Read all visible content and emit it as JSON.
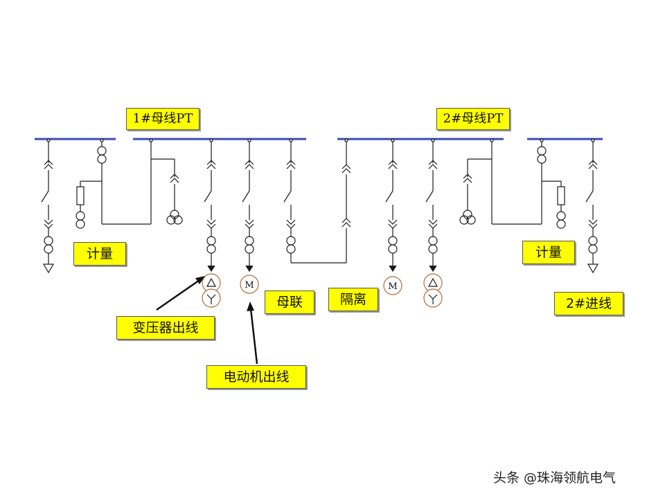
{
  "labels": {
    "bus1_pt": "1#母线PT",
    "bus2_pt": "2#母线PT",
    "metering_left": "计量",
    "metering_right": "计量",
    "bus_tie": "母联",
    "isolation": "隔离",
    "incoming_2": "2#进线",
    "transformer_outgoing": "变压器出线",
    "motor_outgoing": "电动机出线",
    "motor_symbol": "M"
  },
  "watermark": "头条 @珠海领航电气",
  "colors": {
    "busbar": "#3a4bb5",
    "wire": "#1a1a1a",
    "label_fill": "#ffff00",
    "symbol_outline": "#b06a3a"
  }
}
